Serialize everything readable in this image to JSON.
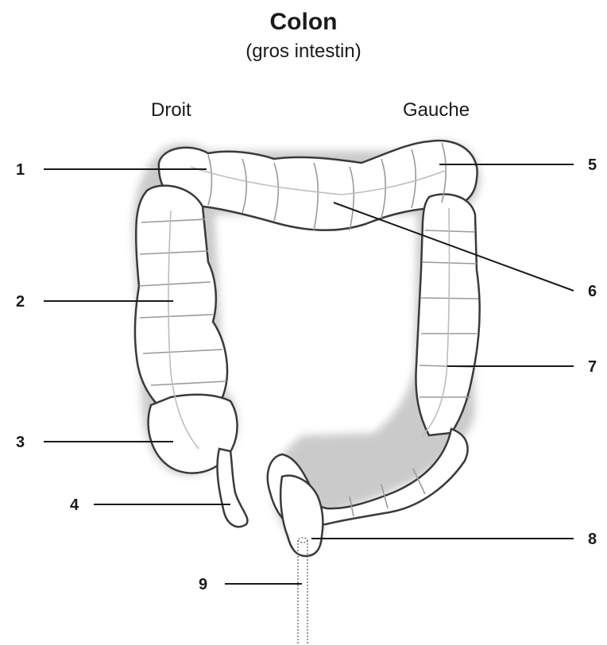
{
  "title": "Colon",
  "subtitle": "(gros intestin)",
  "sides": {
    "right_label": "Droit",
    "left_label": "Gauche"
  },
  "labels": [
    "1",
    "2",
    "3",
    "4",
    "5",
    "6",
    "7",
    "8",
    "9"
  ],
  "colors": {
    "outline": "#3a3a3a",
    "shadow": "#a0a0a0",
    "segment_fill": "#ffffff",
    "segment_line": "#9a9a9a",
    "leader": "#1a1a1a"
  }
}
